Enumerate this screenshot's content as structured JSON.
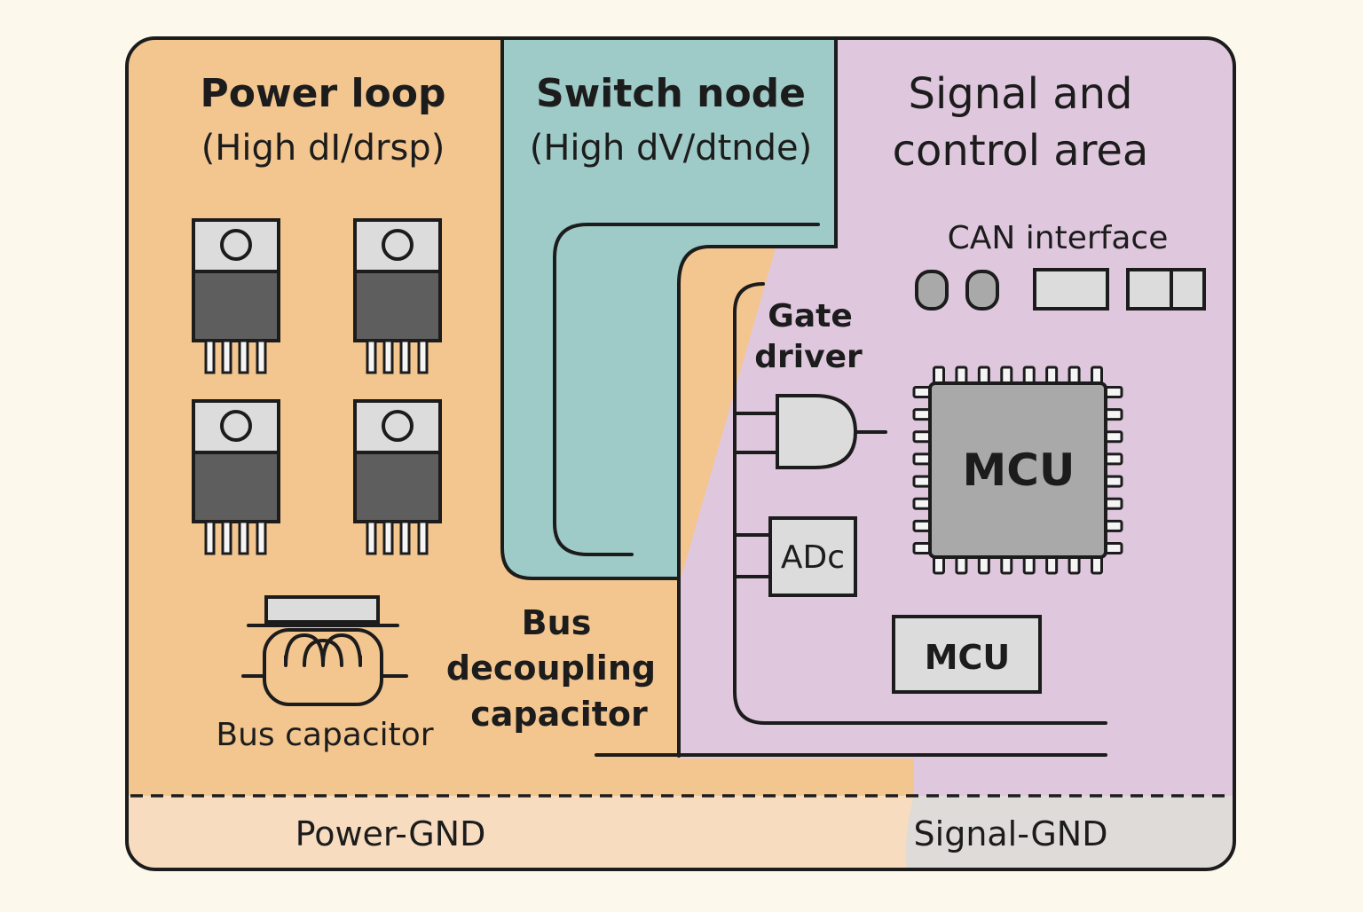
{
  "colors": {
    "background": "#fcf8ec",
    "power_zone": "#f3c690",
    "switch_zone": "#9ecbc7",
    "signal_zone": "#dfc7de",
    "power_gnd": "#f8dcc0",
    "signal_gnd": "#dedbd8",
    "outline": "#1c1c1c",
    "component_light": "#dcdcdc",
    "component_dark": "#5e5e5e",
    "mcu_body": "#a9a9a9"
  },
  "power_zone": {
    "title": "Power loop",
    "subtitle": "(High dI/drsp)",
    "transistor_icon": "to220-transistor-icon",
    "bus_capacitor_label": "Bus capacitor",
    "bus_capacitor_icon": "inductor-coil-icon",
    "decoupling_label_lines": [
      "Bus",
      "decoupling",
      "capacitor"
    ]
  },
  "switch_zone": {
    "title": "Switch node",
    "subtitle": "(High dV/dtnde)"
  },
  "signal_zone": {
    "title_lines": [
      "Signal and",
      "control area"
    ],
    "can_label": "CAN interface",
    "gate_driver_lines": [
      "Gate",
      "driver"
    ],
    "gate_driver_icon": "and-gate-icon",
    "adc_label": "ADc",
    "mcu_label": "MCU",
    "mcu_small_label": "MCU"
  },
  "ground": {
    "power_label": "Power-GND",
    "signal_label": "Signal-GND"
  }
}
